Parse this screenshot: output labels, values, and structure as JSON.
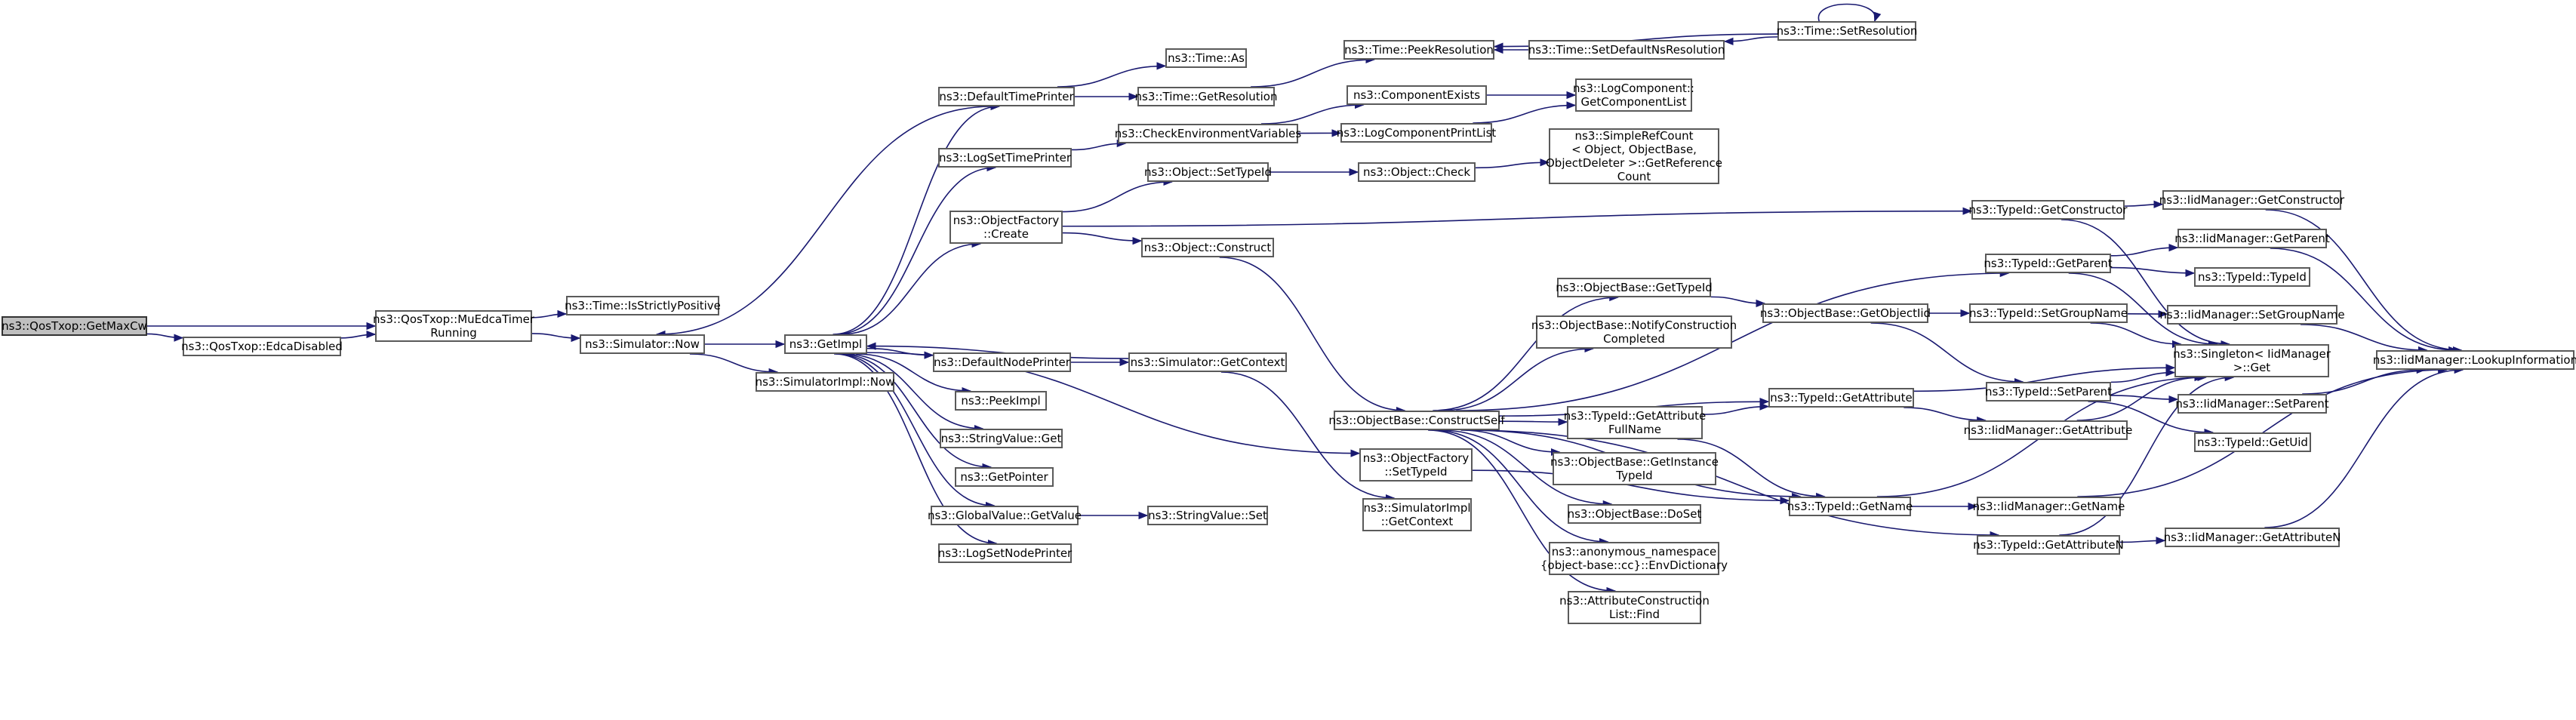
{
  "colors": {
    "edge": "#191970",
    "border": "#5a5a5a",
    "root_fill": "#bfbfbf",
    "node_fill": "#ffffff"
  },
  "nodes": {
    "n_getmaxcw": {
      "lines": [
        "ns3::QosTxop::GetMaxCw"
      ],
      "root": true
    },
    "n_edca": {
      "lines": [
        "ns3::QosTxop::EdcaDisabled"
      ]
    },
    "n_muedca": {
      "lines": [
        "ns3::QosTxop::MuEdcaTimer",
        "Running"
      ]
    },
    "n_strict": {
      "lines": [
        "ns3::Time::IsStrictlyPositive"
      ]
    },
    "n_simnow": {
      "lines": [
        "ns3::Simulator::Now"
      ]
    },
    "n_getimpl": {
      "lines": [
        "ns3::GetImpl"
      ]
    },
    "n_simimplnow": {
      "lines": [
        "ns3::SimulatorImpl::Now"
      ]
    },
    "n_deftp": {
      "lines": [
        "ns3::DefaultTimePrinter"
      ]
    },
    "n_logstp": {
      "lines": [
        "ns3::LogSetTimePrinter"
      ]
    },
    "n_ofcreate": {
      "lines": [
        "ns3::ObjectFactory",
        "::Create"
      ]
    },
    "n_defnp": {
      "lines": [
        "ns3::DefaultNodePrinter"
      ]
    },
    "n_peekimpl": {
      "lines": [
        "ns3::PeekImpl"
      ]
    },
    "n_svget": {
      "lines": [
        "ns3::StringValue::Get"
      ]
    },
    "n_getptr": {
      "lines": [
        "ns3::GetPointer"
      ]
    },
    "n_gvget": {
      "lines": [
        "ns3::GlobalValue::GetValue"
      ]
    },
    "n_logsnp": {
      "lines": [
        "ns3::LogSetNodePrinter"
      ]
    },
    "n_timeas": {
      "lines": [
        "ns3::Time::As"
      ]
    },
    "n_timegetres": {
      "lines": [
        "ns3::Time::GetResolution"
      ]
    },
    "n_checkenv": {
      "lines": [
        "ns3::CheckEnvironmentVariables"
      ]
    },
    "n_objsettid": {
      "lines": [
        "ns3::Object::SetTypeId"
      ]
    },
    "n_objcons": {
      "lines": [
        "ns3::Object::Construct"
      ]
    },
    "n_simgetctx": {
      "lines": [
        "ns3::Simulator::GetContext"
      ]
    },
    "n_svset": {
      "lines": [
        "ns3::StringValue::Set"
      ]
    },
    "n_peekres": {
      "lines": [
        "ns3::Time::PeekResolution"
      ]
    },
    "n_setdefns": {
      "lines": [
        "ns3::Time::SetDefaultNsResolution"
      ]
    },
    "n_setres": {
      "lines": [
        "ns3::Time::SetResolution"
      ]
    },
    "n_compexists": {
      "lines": [
        "ns3::ComponentExists"
      ]
    },
    "n_logcpl": {
      "lines": [
        "ns3::LogComponentPrintList"
      ]
    },
    "n_logcomp": {
      "lines": [
        "ns3::LogComponent::",
        "GetComponentList"
      ]
    },
    "n_objcheck": {
      "lines": [
        "ns3::Object::Check"
      ]
    },
    "n_srefcount": {
      "lines": [
        "ns3::SimpleRefCount",
        "< Object, ObjectBase,",
        "ObjectDeleter >::GetReference",
        "Count"
      ]
    },
    "n_tidgetcons": {
      "lines": [
        "ns3::TypeId::GetConstructor"
      ]
    },
    "n_iidgetcons": {
      "lines": [
        "ns3::IidManager::GetConstructor"
      ]
    },
    "n_tidgetpar": {
      "lines": [
        "ns3::TypeId::GetParent"
      ]
    },
    "n_iidgetpar": {
      "lines": [
        "ns3::IidManager::GetParent"
      ]
    },
    "n_tidtid": {
      "lines": [
        "ns3::TypeId::TypeId"
      ]
    },
    "n_obgettid": {
      "lines": [
        "ns3::ObjectBase::GetTypeId"
      ]
    },
    "n_obgetoid": {
      "lines": [
        "ns3::ObjectBase::GetObjectIid"
      ]
    },
    "n_tidsetgn": {
      "lines": [
        "ns3::TypeId::SetGroupName"
      ]
    },
    "n_iidsetgn": {
      "lines": [
        "ns3::IidManager::SetGroupName"
      ]
    },
    "n_obnotify": {
      "lines": [
        "ns3::ObjectBase::NotifyConstruction",
        "Completed"
      ]
    },
    "n_obconsself": {
      "lines": [
        "ns3::ObjectBase::ConstructSelf"
      ]
    },
    "n_tidgetattr": {
      "lines": [
        "ns3::TypeId::GetAttribute"
      ]
    },
    "n_singleton": {
      "lines": [
        "ns3::Singleton< IidManager",
        ">::Get"
      ]
    },
    "n_tidsetpar": {
      "lines": [
        "ns3::TypeId::SetParent"
      ]
    },
    "n_iidsetpar": {
      "lines": [
        "ns3::IidManager::SetParent"
      ]
    },
    "n_iidlookup": {
      "lines": [
        "ns3::IidManager::LookupInformation"
      ]
    },
    "n_tidgafn": {
      "lines": [
        "ns3::TypeId::GetAttribute",
        "FullName"
      ]
    },
    "n_iidgetattr": {
      "lines": [
        "ns3::IidManager::GetAttribute"
      ]
    },
    "n_tidgetuid": {
      "lines": [
        "ns3::TypeId::GetUid"
      ]
    },
    "n_ofsettid": {
      "lines": [
        "ns3::ObjectFactory",
        "::SetTypeId"
      ]
    },
    "n_obgetinst": {
      "lines": [
        "ns3::ObjectBase::GetInstance",
        "TypeId"
      ]
    },
    "n_simimplctx": {
      "lines": [
        "ns3::SimulatorImpl",
        "::GetContext"
      ]
    },
    "n_obdoset": {
      "lines": [
        "ns3::ObjectBase::DoSet"
      ]
    },
    "n_tidgetname": {
      "lines": [
        "ns3::TypeId::GetName"
      ]
    },
    "n_iidgetname": {
      "lines": [
        "ns3::IidManager::GetName"
      ]
    },
    "n_envdict": {
      "lines": [
        "ns3::anonymous_namespace",
        "{object-base::cc}::EnvDictionary"
      ]
    },
    "n_tidgetattrn": {
      "lines": [
        "ns3::TypeId::GetAttributeN"
      ]
    },
    "n_iidgetattrn": {
      "lines": [
        "ns3::IidManager::GetAttributeN"
      ]
    },
    "n_attrfind": {
      "lines": [
        "ns3::AttributeConstruction",
        "List::Find"
      ]
    }
  }
}
